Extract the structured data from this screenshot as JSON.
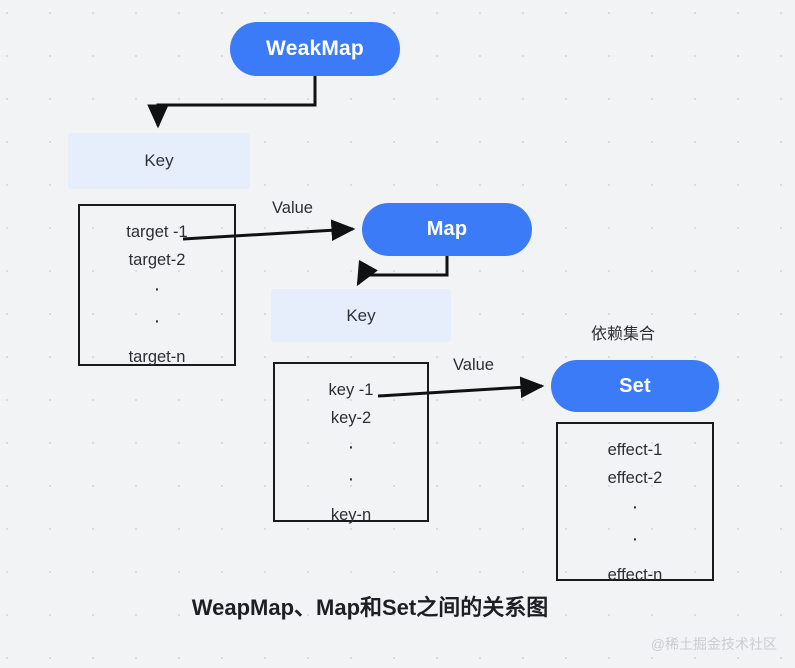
{
  "diagram": {
    "caption": "WeapMap、Map和Set之间的关系图",
    "watermark": "@稀土掘金技术社区",
    "colors": {
      "background": "#f2f3f5",
      "pill_blue": "#3b7bf7",
      "key_box_blue": "#e6eefc",
      "outline_black": "#1a1a1a",
      "text_dark": "#2b2f33",
      "watermark_gray": "#c9ccd1"
    },
    "nodes": {
      "weakmap": "WeakMap",
      "map": "Map",
      "set": "Set",
      "key_1": "Key",
      "key_2": "Key"
    },
    "labels": {
      "value_1": "Value",
      "value_2": "Value",
      "dependency_set": "依赖集合"
    },
    "boxes": {
      "target": {
        "items": [
          "target -1",
          "target-2",
          "target-n"
        ],
        "ellipsis": [
          "·",
          "·"
        ]
      },
      "key": {
        "items": [
          "key -1",
          "key-2",
          "key-n"
        ],
        "ellipsis": [
          "·",
          "·"
        ]
      },
      "effect": {
        "items": [
          "effect-1",
          "effect-2",
          "effect-n"
        ],
        "ellipsis": [
          "·",
          "·"
        ]
      }
    }
  }
}
